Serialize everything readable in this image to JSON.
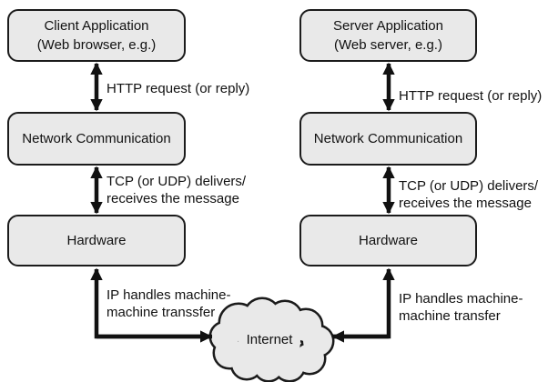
{
  "colors": {
    "background": "#ffffff",
    "box_fill": "#e9e9e9",
    "box_border": "#1b1b1b",
    "arrow": "#111111",
    "text": "#111111"
  },
  "boxes": {
    "client_app": {
      "line1": "Client Application",
      "line2": "(Web browser, e.g.)"
    },
    "server_app": {
      "line1": "Server Application",
      "line2": "(Web server, e.g.)"
    },
    "client_network": {
      "line1": "Network Communication"
    },
    "server_network": {
      "line1": "Network Communication"
    },
    "client_hardware": {
      "line1": "Hardware"
    },
    "server_hardware": {
      "line1": "Hardware"
    }
  },
  "edge_labels": {
    "client_http": {
      "line1": "HTTP request (or reply)"
    },
    "server_http": {
      "line1": "HTTP request (or reply)"
    },
    "client_tcp": {
      "line1": "TCP (or UDP) delivers/",
      "line2": "receives the message"
    },
    "server_tcp": {
      "line1": "TCP (or UDP) delivers/",
      "line2": "receives the message"
    },
    "client_ip": {
      "line1": "IP handles machine-",
      "line2": "machine transsfer"
    },
    "server_ip": {
      "line1": "IP handles machine-",
      "line2": "machine transfer"
    }
  },
  "cloud": {
    "label": "Internet"
  }
}
